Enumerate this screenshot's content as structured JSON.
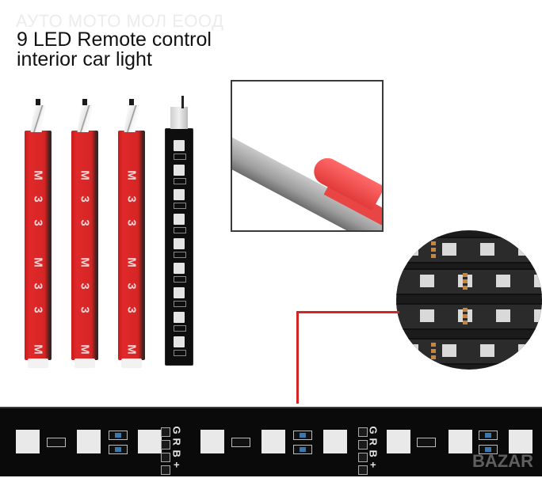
{
  "watermark_top": "АУТО МОТО МОЛ ЕООД",
  "title": {
    "line1": "9 LED Remote control",
    "line2": "interior car light"
  },
  "strips": [
    {
      "type": "red-adhesive",
      "labels": [
        "M",
        "3",
        "3",
        "M",
        "3",
        "3",
        "M"
      ]
    },
    {
      "type": "red-adhesive",
      "labels": [
        "M",
        "3",
        "3",
        "M",
        "3",
        "3",
        "M"
      ]
    },
    {
      "type": "red-adhesive",
      "labels": [
        "M",
        "3",
        "3",
        "M",
        "3",
        "3",
        "M"
      ]
    },
    {
      "type": "black-led",
      "led_count": 9
    }
  ],
  "inset": {
    "subject": "3M adhesive tape peel-off close-up"
  },
  "magnifier": {
    "subject": "LED strip close-up"
  },
  "bottom_strip": {
    "pin_labels": [
      "G",
      "R",
      "B",
      "+"
    ],
    "colors": {
      "accent_red": "#d42424",
      "pcb": "#0a0a0a",
      "led": "#e9e9e9",
      "pad": "#c9853e"
    }
  },
  "watermark_bottom": "BAZAR"
}
